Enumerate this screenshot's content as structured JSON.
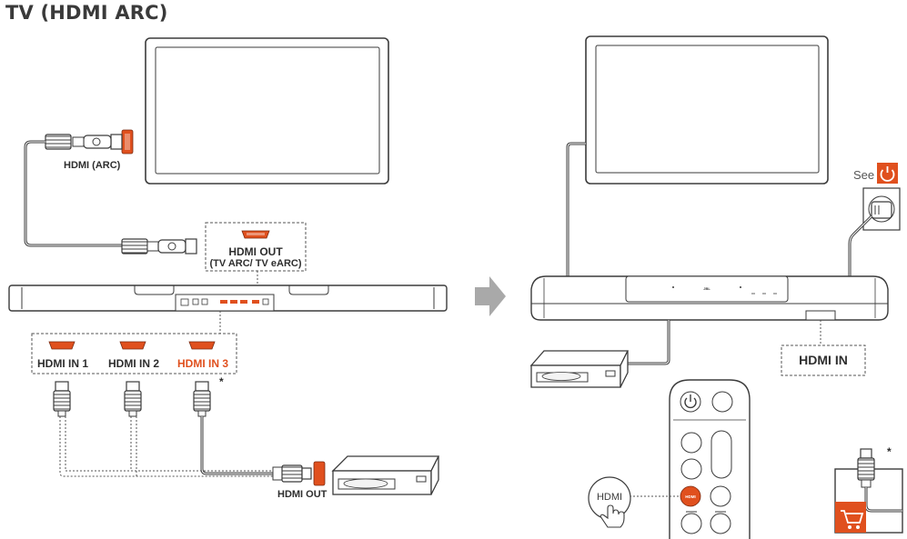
{
  "title": "TV (HDMI ARC)",
  "labels": {
    "tv_hdmi_arc": "HDMI (ARC)",
    "hdmi_out_title": "HDMI OUT",
    "hdmi_out_sub": "(TV ARC/ TV eARC)",
    "hdmi_in_1": "HDMI IN 1",
    "hdmi_in_2": "HDMI IN 2",
    "hdmi_in_3": "HDMI IN 3",
    "player_hdmi_out": "HDMI OUT",
    "asterisk": "*",
    "see": "See",
    "hdmi_in": "HDMI IN",
    "remote_hdmi_button": "HDMI",
    "remote_hdmi_key": "HDMI",
    "soundbar_logo": "JBL"
  },
  "icons": [
    "power-icon",
    "shopping-cart-icon",
    "hand-pointer-icon",
    "arrow-right-icon",
    "hdmi-port-icon"
  ],
  "colors": {
    "line": "#3b3b3b",
    "accent": "#e0501e",
    "fill": "#f3f3f3",
    "arrow": "#a9a9a9"
  }
}
